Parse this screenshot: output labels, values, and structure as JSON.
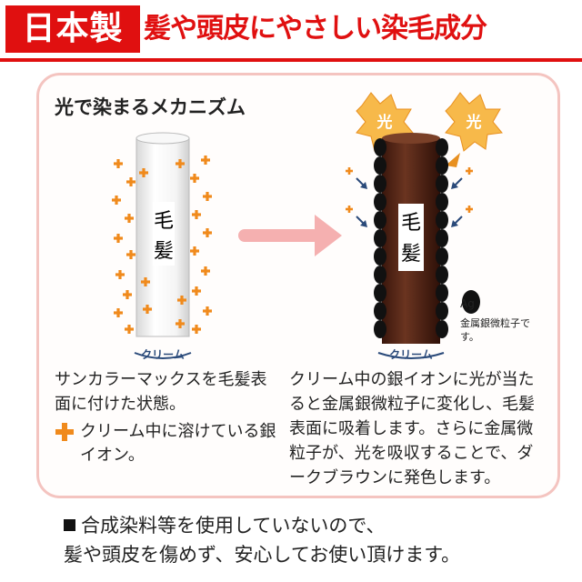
{
  "header": {
    "badge": "日本製",
    "headline": "髪や頭皮にやさしい染毛成分"
  },
  "panel": {
    "title": "光で染まるメカニズム",
    "hair_label_top": "毛",
    "hair_label_bottom": "髪",
    "cream_label_left": "クリーム",
    "cream_label_right": "クリーム",
    "light_label_1": "光",
    "light_label_2": "光",
    "ag_symbol": "Ag",
    "ag_desc": "金属銀微粒子です。",
    "left_desc": "サンカラーマックスを毛髪表面に付けた状態。",
    "note_text": "クリーム中に溶けている銀イオン。",
    "right_desc": "クリーム中の銀イオンに光が当たると金属銀微粒子に変化し、毛髪表面に吸着します。さらに金属微粒子が、光を吸収することで、ダークブラウンに発色します。"
  },
  "footer": {
    "line1": "合成染料等を使用していないので、",
    "line2": "髪や頭皮を傷めず、安心してお使い頂けます。"
  },
  "colors": {
    "brand_red": "#e01010",
    "panel_border": "#f4c4c0",
    "ion_orange": "#f08a1c",
    "hair_brown": "#5a2a18",
    "arrow_pink": "#f5b0b0",
    "cream_blue": "#2a4a7a"
  }
}
